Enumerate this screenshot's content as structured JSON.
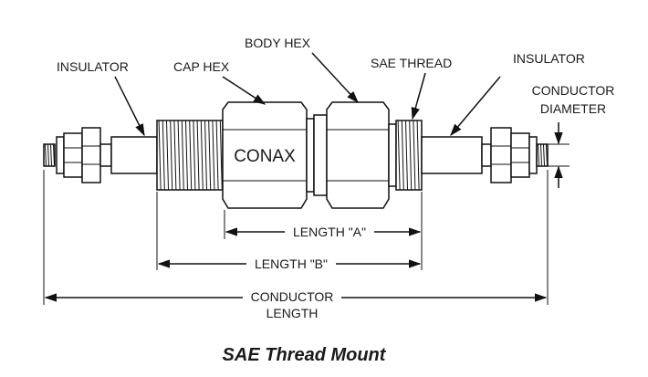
{
  "labels": {
    "insulator_left": "INSULATOR",
    "cap_hex": "CAP HEX",
    "body_hex": "BODY HEX",
    "sae_thread": "SAE THREAD",
    "insulator_right": "INSULATOR",
    "conductor_diameter_line1": "CONDUCTOR",
    "conductor_diameter_line2": "DIAMETER",
    "brand": "CONAX",
    "length_a": "LENGTH \"A\"",
    "length_b": "LENGTH \"B\"",
    "conductor_length_line1": "CONDUCTOR",
    "conductor_length_line2": "LENGTH"
  },
  "caption": "SAE Thread Mount"
}
